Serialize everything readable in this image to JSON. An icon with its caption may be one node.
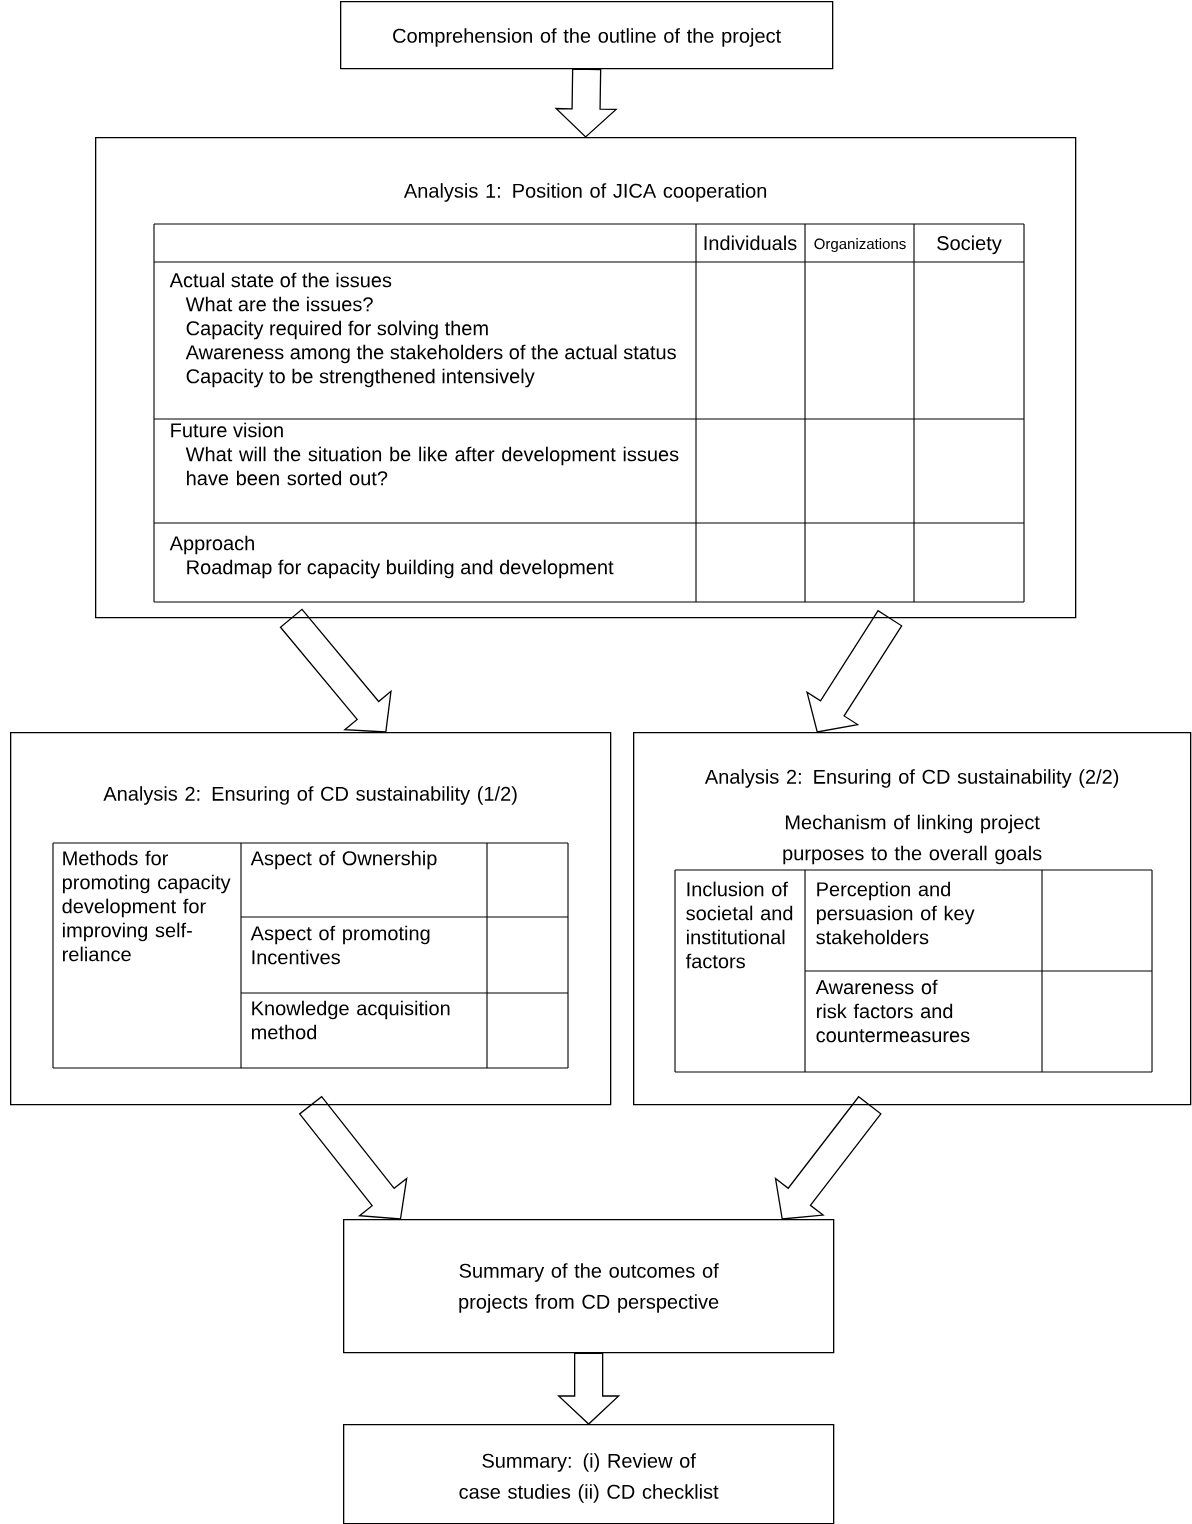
{
  "diagram": {
    "nodes": [
      {
        "text": [
          "Comprehension of the outline of the project"
        ]
      },
      {
        "text": [
          "Analysis 1: Position of JICA cooperation"
        ]
      },
      {
        "text": [
          "Analysis 2: Ensuring of CD sustainability (1/2)"
        ]
      },
      {
        "text": [
          "Analysis 2: Ensuring of CD sustainability (2/2)",
          "Mechanism of linking project purposes to the overall goals"
        ]
      },
      {
        "text": [
          "Summary of the outcomes of projects from CD perspective"
        ]
      },
      {
        "text": [
          "Summary: (i) Review of case studies (ii) CD checklist"
        ]
      }
    ],
    "edges": [
      {
        "from": 0,
        "to": 1,
        "arrow": "to"
      },
      {
        "from": 1,
        "to": 2,
        "arrow": "to"
      },
      {
        "from": 1,
        "to": 3,
        "arrow": "to"
      },
      {
        "from": 2,
        "to": 4,
        "arrow": "to"
      },
      {
        "from": 3,
        "to": 4,
        "arrow": "to"
      },
      {
        "from": 4,
        "to": 5,
        "arrow": "to"
      }
    ],
    "labels": [
      "Individuals",
      "Organizations",
      "Society",
      "Actual state of the issues",
      "What are the issues?",
      "Capacity required for solving them",
      "Awareness among the stakeholders of the actual status",
      "Capacity to be strengthened intensively",
      "Future vision",
      "What will the situation be like after development issues have been sorted out?",
      "Approach",
      "Roadmap for capacity building and development",
      "Methods for promoting capacity development for improving self-reliance",
      "Aspect of Ownership",
      "Aspect of promoting Incentives",
      "Knowledge acquisition method",
      "Inclusion of societal and institutional factors",
      "Perception and persuasion of key stakeholders",
      "Awareness of risk factors and countermeasures"
    ]
  }
}
